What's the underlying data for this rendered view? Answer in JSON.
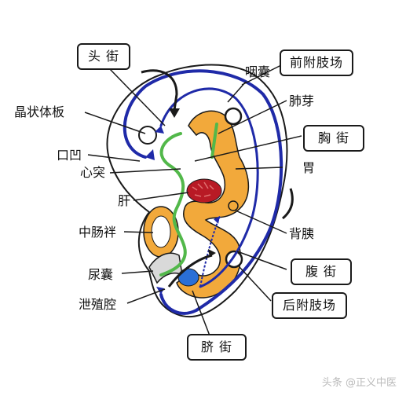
{
  "labels": {
    "yannang": "咽囊",
    "jingzhuangtiban": "晶状体板",
    "feiya": "肺芽",
    "koutu": "口凹",
    "xintu": "心突",
    "wei": "胃",
    "gan": "肝",
    "zhongchangpan": "中肠袢",
    "beiyi": "背胰",
    "niaonang": "尿囊",
    "xiezhiqiang": "泄殖腔"
  },
  "boxes": {
    "toujie": "头 街",
    "qianfuzhichang": "前附肢场",
    "xiongjie": "胸 街",
    "fujie": "腹 街",
    "houfuzhichang": "后附肢场",
    "qijie": "脐 街"
  },
  "colors": {
    "gut_orange": "#f2a93b",
    "outline_black": "#1a1a1a",
    "arrow_blue": "#1f2aa8",
    "stream_green": "#52b84a",
    "liver_red": "#b81a25",
    "allantois_blue": "#2a6fd6"
  },
  "watermark": "头条 @正义中医"
}
